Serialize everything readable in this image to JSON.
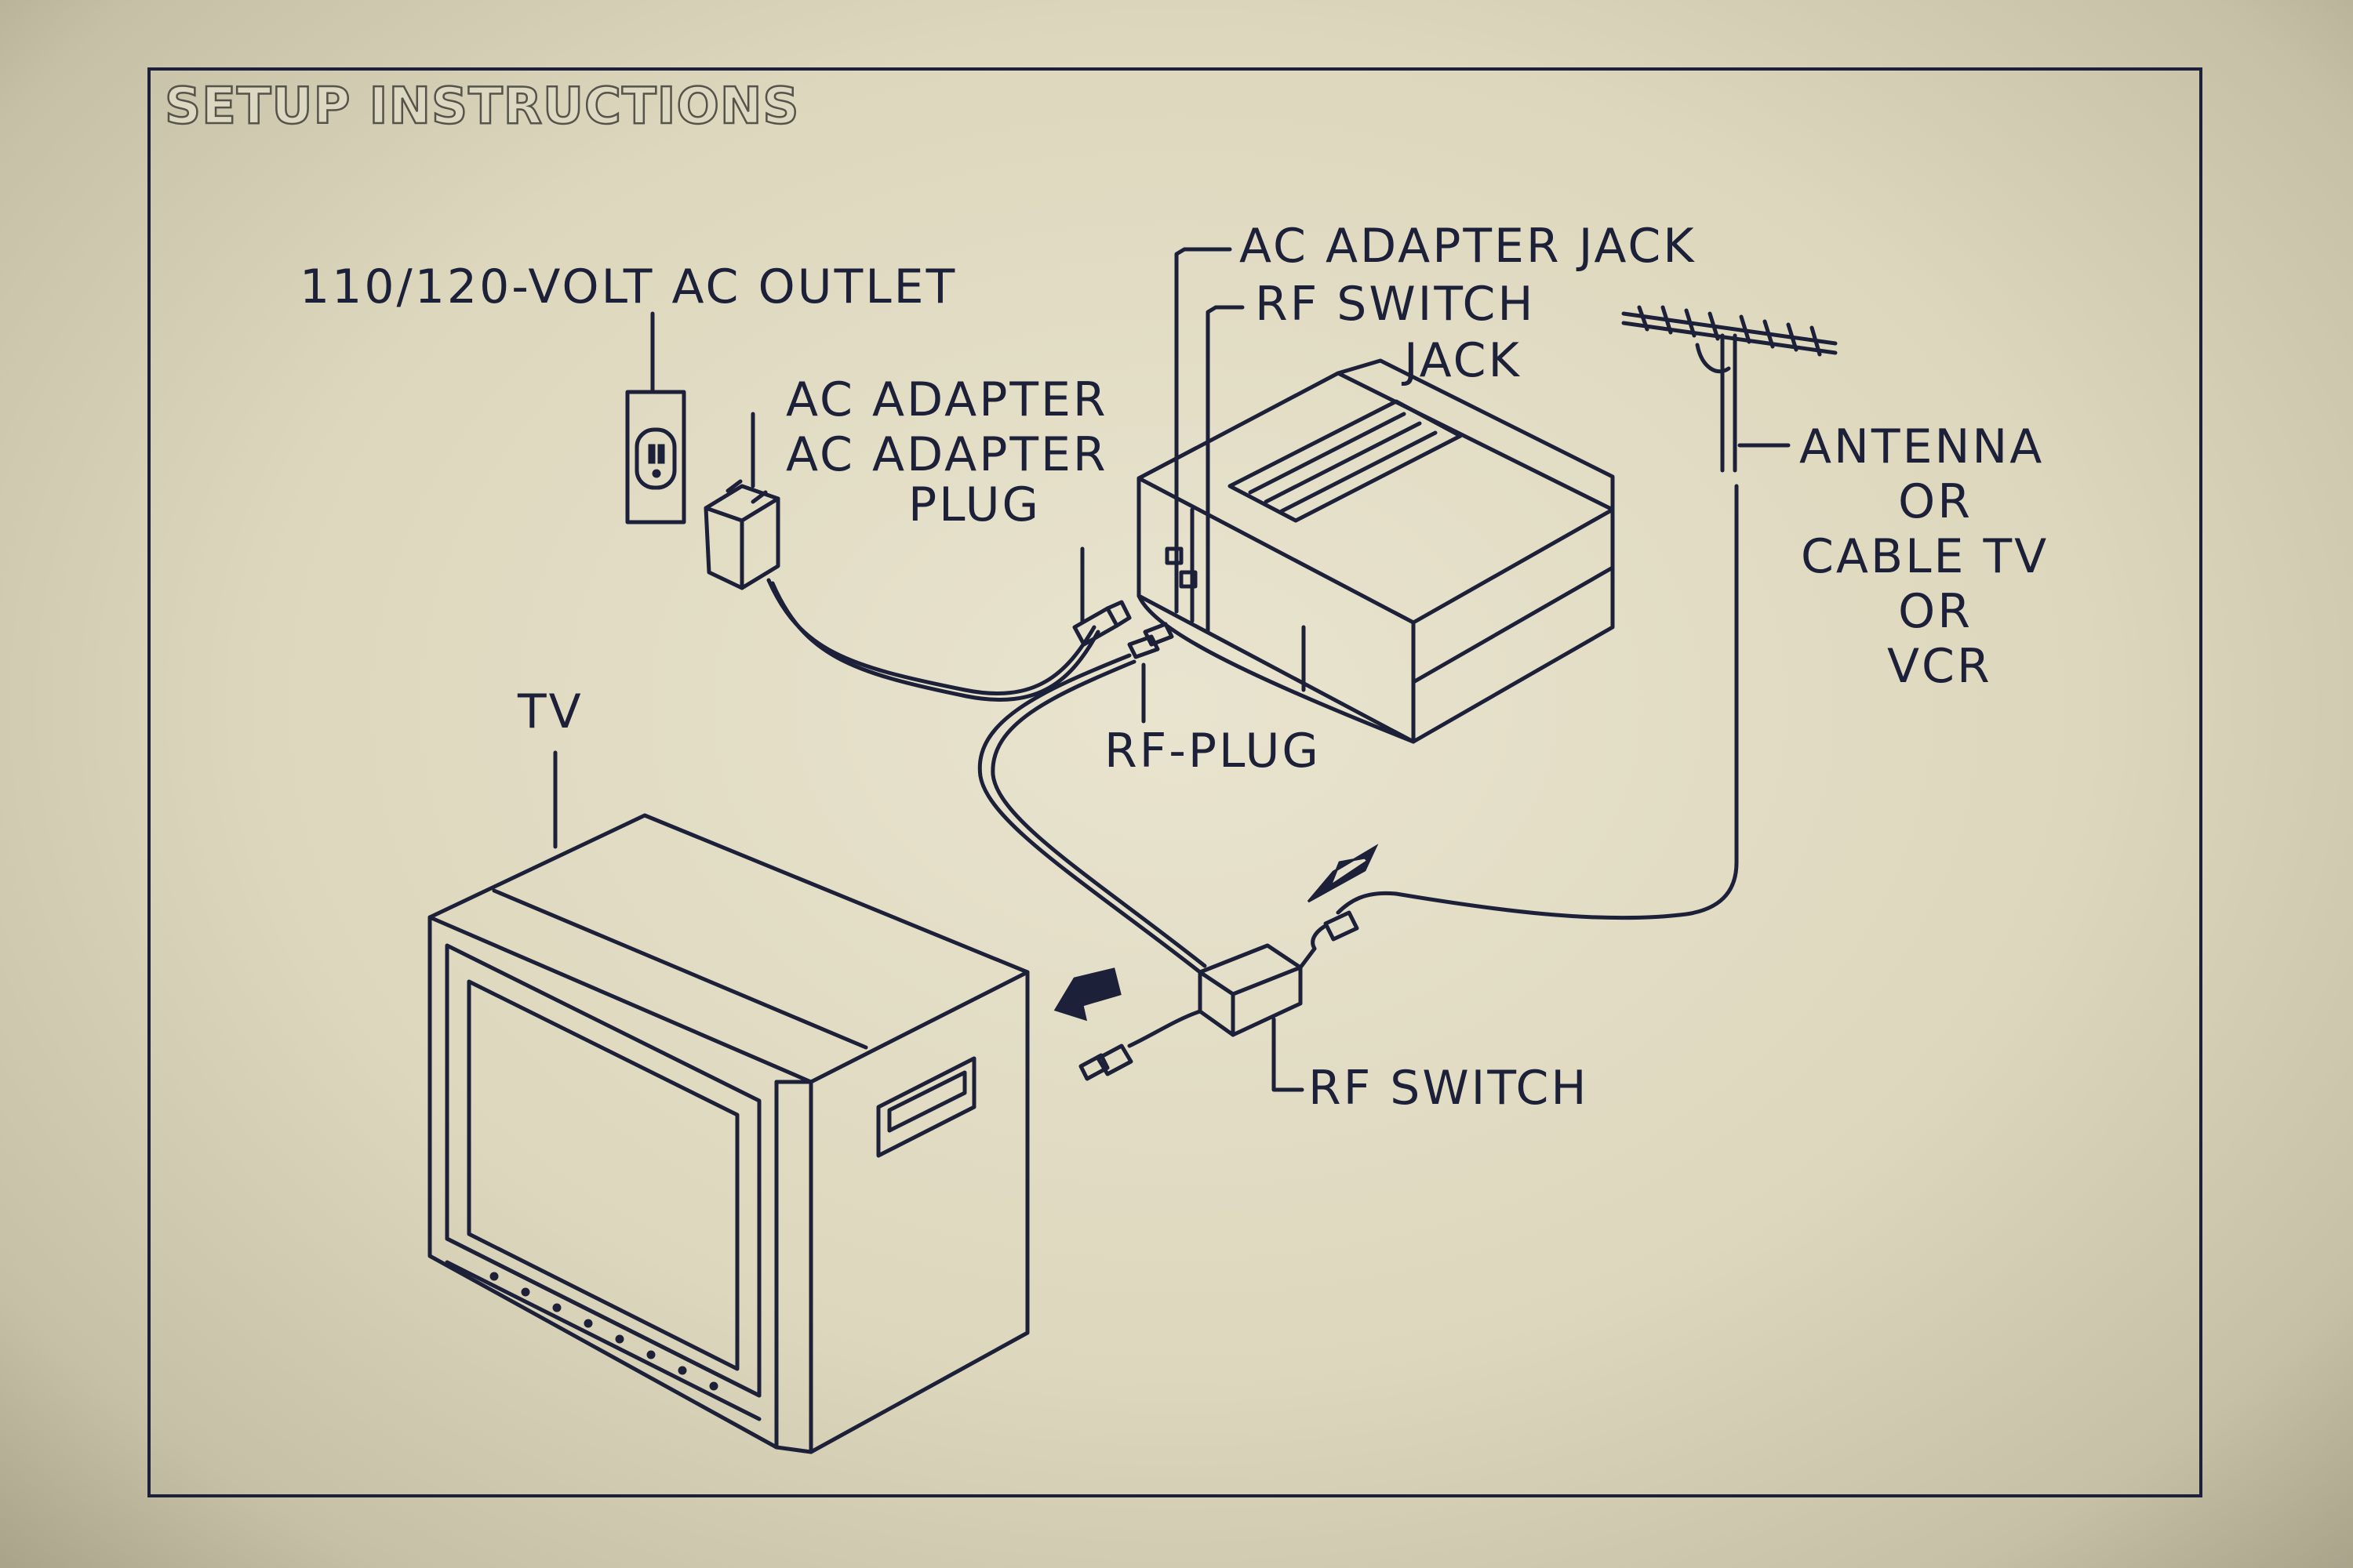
{
  "title": "SETUP INSTRUCTIONS",
  "labels": {
    "outlet": "110/120-VOLT AC OUTLET",
    "ac_adapter": "AC ADAPTER",
    "ac_adapter_plug_1": "AC ADAPTER",
    "ac_adapter_plug_2": "PLUG",
    "ac_adapter_jack": "AC ADAPTER JACK",
    "rf_switch_jack_1": "RF SWITCH",
    "rf_switch_jack_2": "JACK",
    "antenna_1": "ANTENNA",
    "antenna_2": "OR",
    "antenna_3": "CABLE TV",
    "antenna_4": "OR",
    "antenna_5": "VCR",
    "tv": "TV",
    "rf_plug": "RF-PLUG",
    "rf_switch": "RF SWITCH"
  },
  "colors": {
    "ink": "#1c2038",
    "paper": "#e6e1cb"
  }
}
